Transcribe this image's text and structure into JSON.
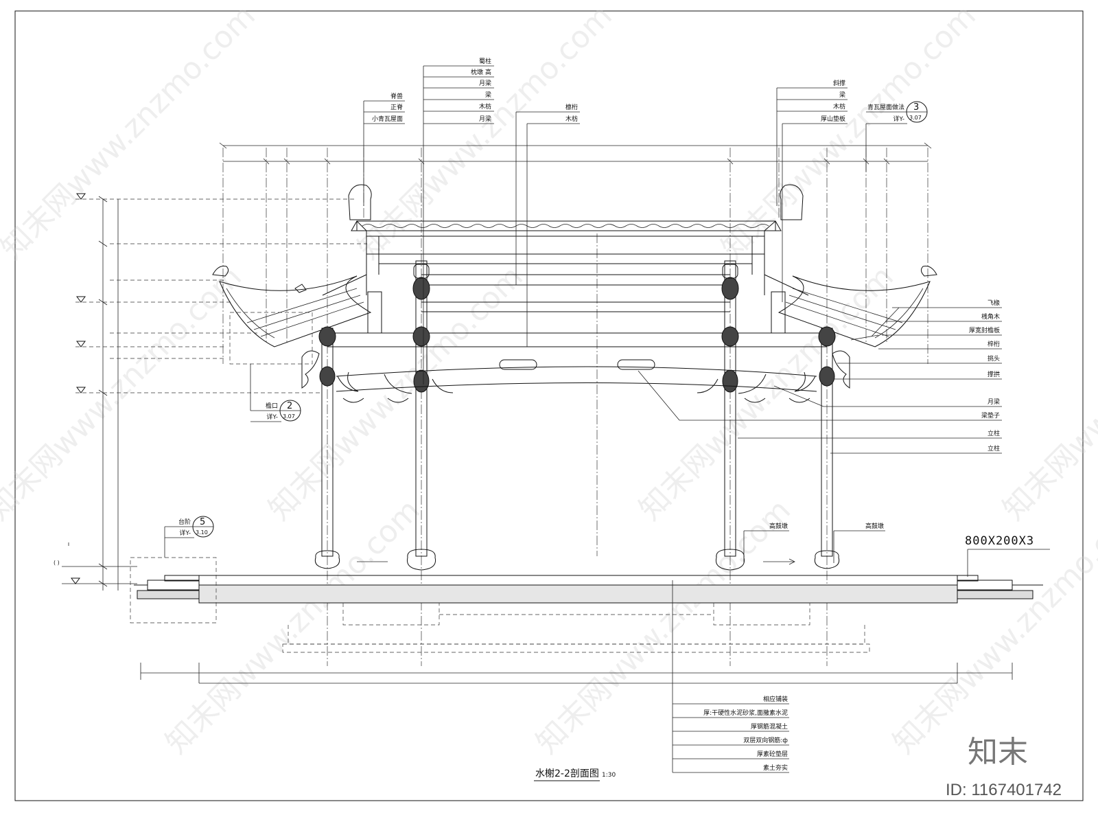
{
  "drawing": {
    "title": "水榭2-2剖面图",
    "scale": "1:30",
    "slab_dimension": "800X200X3"
  },
  "top_left_callout": [
    "脊兽",
    "正脊",
    "小青瓦屋面"
  ],
  "center_left_callout": [
    "蜀柱",
    "枕墩 高",
    "月梁",
    "梁",
    "木枋",
    "月梁"
  ],
  "center_callout": [
    "檩桁",
    "木枋"
  ],
  "top_right_callout": [
    "斜撑",
    "梁",
    "木枋",
    "厚山垫板"
  ],
  "roof_detail": {
    "label": "青瓦屋面做法",
    "ref": "详Y-",
    "num": "3",
    "sheet": "3.07"
  },
  "eave_detail": {
    "label": "檐口",
    "ref": "详Y-",
    "num": "2",
    "sheet": "3.07"
  },
  "step_detail": {
    "label": "台阶",
    "ref": "详Y-",
    "num": "5",
    "sheet": "3.10"
  },
  "right_labels": [
    "飞椽",
    "桟角木",
    "厚宽封檐板",
    "梓桁",
    "挑头",
    "撑拱",
    "月梁",
    "梁垫子",
    "立柱",
    "立柱"
  ],
  "base_labels": [
    "高鼓墩",
    "高鼓墩"
  ],
  "layer_labels": [
    "相应铺装",
    "厚:干硬性水泥砂浆,面撒素水泥",
    "厚钢筋混凝土",
    "双层双向钢筋:ф",
    "厚素砼垫层",
    "素土夯实"
  ],
  "level_note": "( )",
  "watermark": "知末网www.znzmo.com",
  "brand_mark": "知末",
  "image_id": "ID: 1167401742"
}
